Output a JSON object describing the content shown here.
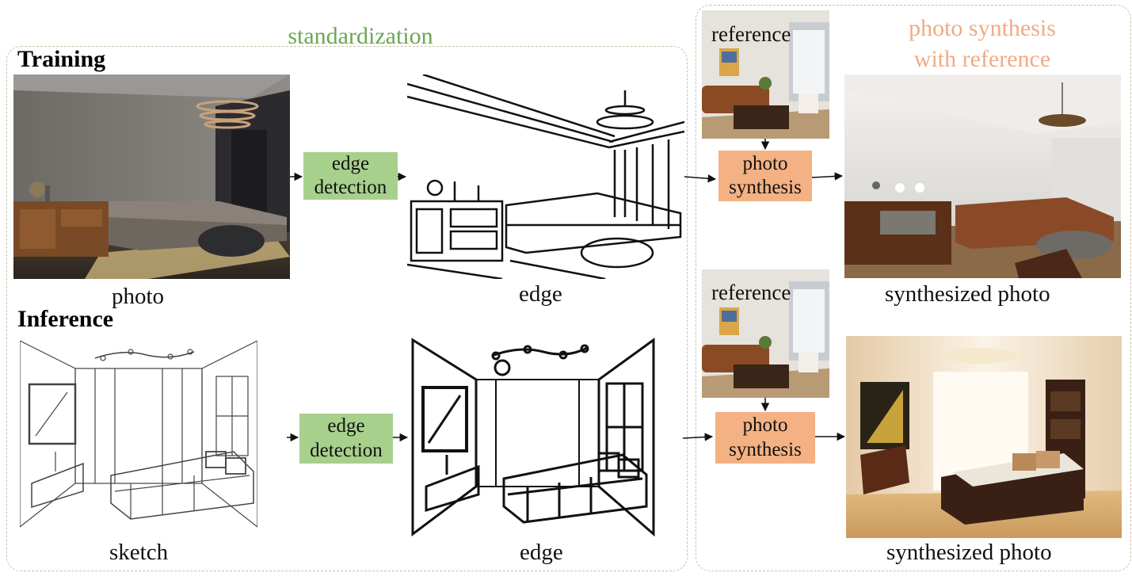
{
  "headings": {
    "standardization": "standardization",
    "photo_synthesis_line1": "photo synthesis",
    "photo_synthesis_line2": "with reference"
  },
  "phases": {
    "training": "Training",
    "inference": "Inference"
  },
  "labels": {
    "photo": "photo",
    "edge_top": "edge",
    "sketch": "sketch",
    "edge_bottom": "edge",
    "reference_top": "reference",
    "reference_bottom": "reference",
    "synth_top": "synthesized photo",
    "synth_bottom": "synthesized photo"
  },
  "process": {
    "edge_detection_line1": "edge",
    "edge_detection_line2": "detection",
    "photo_synthesis_line1": "photo",
    "photo_synthesis_line2": "synthesis"
  },
  "colors": {
    "standardization": "#6aa84f",
    "photo_synthesis": "#f0ab85",
    "edge_box": "#a8d08d",
    "synth_box": "#f4b183",
    "dash": "#c9c3a8"
  }
}
